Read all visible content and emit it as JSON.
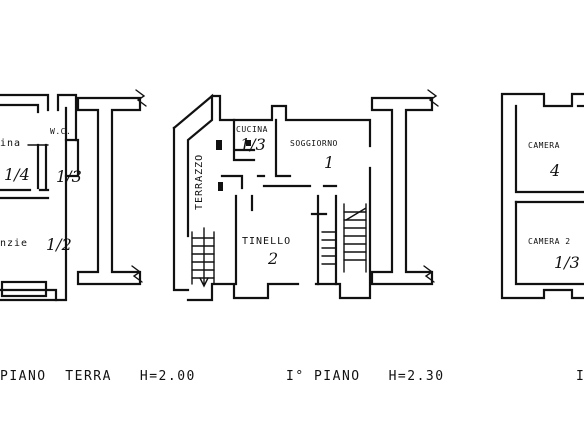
{
  "floor_plans": {
    "ground": {
      "room_partial_top": "ina",
      "wc_label": "W.C.",
      "wc_fraction": "1/3",
      "room_top_fraction": "1/4",
      "room_partial_bottom": "nzie",
      "room_bottom_fraction": "1/2",
      "caption": "PIANO  TERRA   H=2.00"
    },
    "first": {
      "terrace": "TERRAZZO",
      "kitchen": "CUCINA",
      "kitchen_fraction": "1/3",
      "living": "SOGGIORNO",
      "living_number": "1",
      "dining": "TINELLO",
      "dining_number": "2",
      "caption": "I° PIANO   H=2.30"
    },
    "second": {
      "bedroom_top": "CAMERA",
      "bedroom_top_number": "4",
      "bedroom_bottom": "CAMERA 2",
      "bedroom_bottom_fraction": "1/3",
      "caption_partial": "I"
    }
  }
}
